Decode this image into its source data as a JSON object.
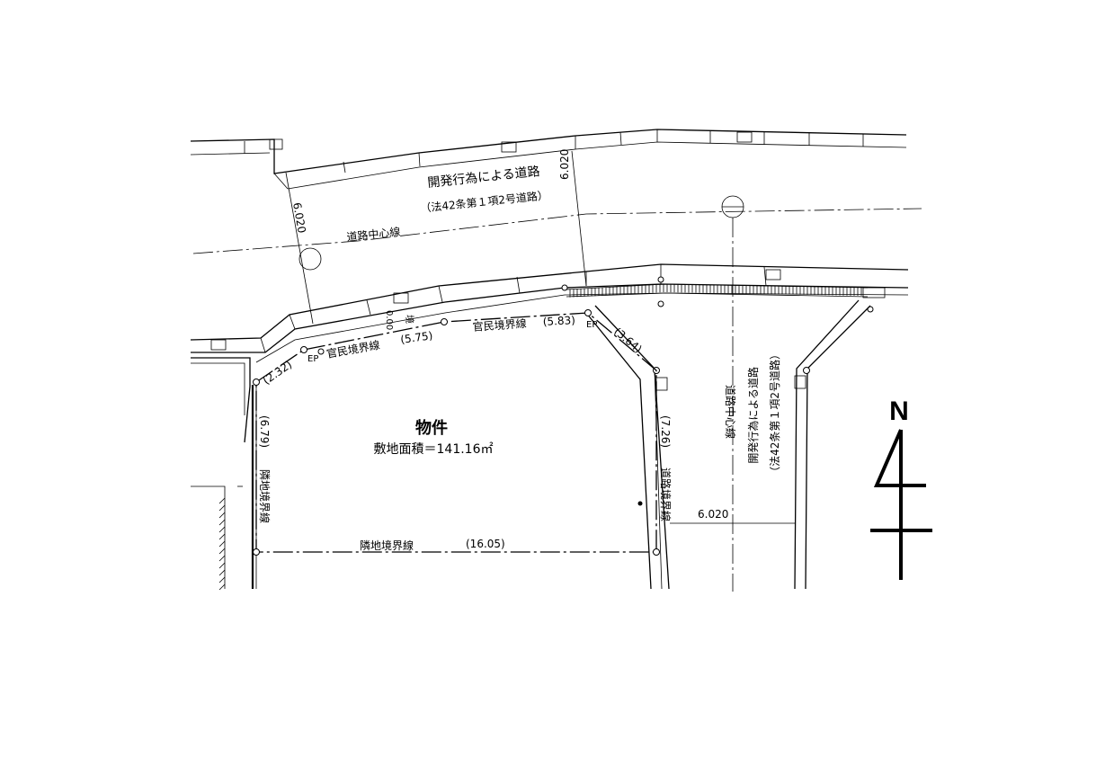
{
  "road_top": {
    "title": "開発行為による道路",
    "subtitle": "（法42条第１項2号道路）",
    "width_left": "6.020",
    "width_right": "6.020",
    "centerline": "道路中心線"
  },
  "road_right": {
    "title": "開発行為による道路",
    "subtitle": "（法42条第１項2号道路）",
    "centerline": "道路中心線",
    "width": "6.020"
  },
  "property": {
    "title": "物件",
    "area": "敷地面積＝141.16㎡"
  },
  "boundaries": {
    "public_private_1": "官民境界線",
    "public_private_1_len": "(5.75)",
    "public_private_2": "官民境界線",
    "public_private_2_len": "(5.83)",
    "corner_left_len": "(2.32)",
    "corner_right_len": "(3.64)",
    "road_boundary": "道路境界線",
    "road_boundary_len": "(7.26)",
    "neighbor_left": "隣地境界線",
    "neighbor_left_len": "(6.79)",
    "neighbor_bottom": "隣地境界線",
    "neighbor_bottom_len": "(16.05)",
    "ep_left": "EP",
    "ep_right": "EP",
    "small_mark": "0.00",
    "small_mark2": "境"
  },
  "compass": {
    "label": "N"
  }
}
